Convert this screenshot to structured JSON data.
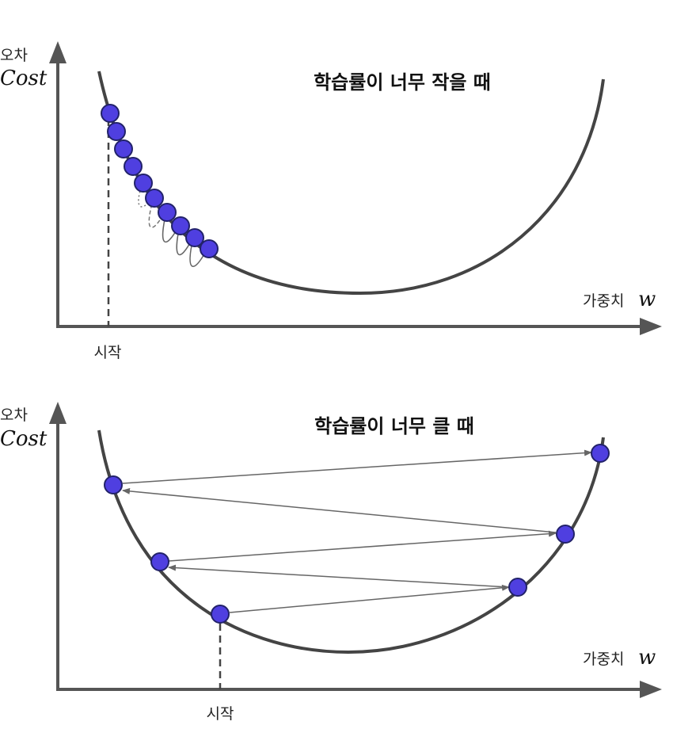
{
  "colors": {
    "point_fill": "#4f3fe0",
    "curve": "#444444",
    "axis": "#555555"
  },
  "panels": [
    {
      "title": "학습률이 너무 작을 때",
      "y_label_ko": "오차",
      "y_label_en": "Cost",
      "x_label_ko": "가중치",
      "x_label_en": "w",
      "start_label": "시작"
    },
    {
      "title": "학습률이 너무 클 때",
      "y_label_ko": "오차",
      "y_label_en": "Cost",
      "x_label_ko": "가중치",
      "x_label_en": "w",
      "start_label": "시작"
    }
  ]
}
